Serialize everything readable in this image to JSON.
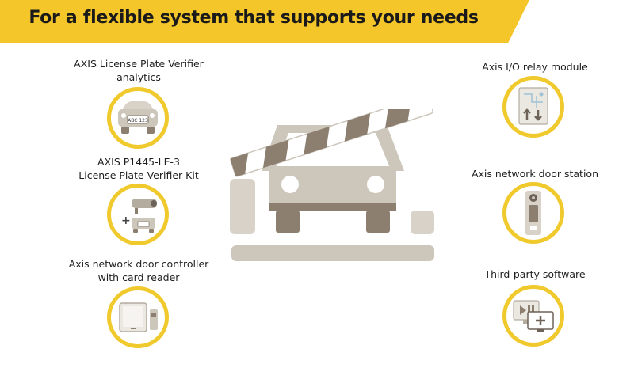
{
  "header": {
    "title": "For a flexible system that supports your needs"
  },
  "features": {
    "left": [
      {
        "line1": "AXIS License Plate Verifier",
        "line2": "analytics",
        "icon": "license-plate-car-icon"
      },
      {
        "line1": "AXIS P1445-LE-3",
        "line2": "License Plate Verifier Kit",
        "icon": "camera-kit-icon"
      },
      {
        "line1": "Axis network door controller",
        "line2": "with card reader",
        "icon": "door-controller-icon"
      }
    ],
    "right": [
      {
        "line1": "Axis I/O relay module",
        "icon": "io-relay-icon"
      },
      {
        "line1": "Axis network door station",
        "icon": "door-station-icon"
      },
      {
        "line1": "Third-party software",
        "icon": "software-monitor-icon"
      }
    ]
  },
  "plate_text": "ABC 123",
  "colors": {
    "accent": "#f5c62a",
    "ring": "#f0c92c",
    "taupe": "#cdc6bb",
    "dark_taupe": "#8c7f70"
  }
}
